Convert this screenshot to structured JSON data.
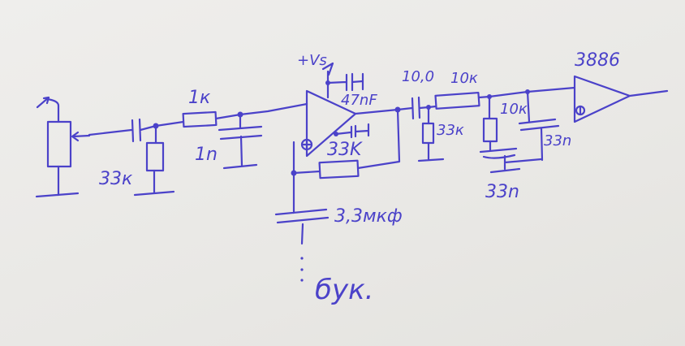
{
  "labels": {
    "input_resistor": "33к",
    "series_resistor": "1к",
    "filter_cap": "1n",
    "supply": "+Vs",
    "supply_cap": "47nF",
    "feedback_resistor": "33K",
    "ground_cap": "3,3мкф",
    "output_cap": "10,0",
    "output_shunt": "33к",
    "filter_resistor_1": "10к",
    "filter_resistor_2": "10к",
    "filter_cap_1": "33n",
    "filter_cap_2": "33n",
    "buffer_ic": "3886",
    "note": "бук."
  },
  "ink_color": "#4b42c9"
}
